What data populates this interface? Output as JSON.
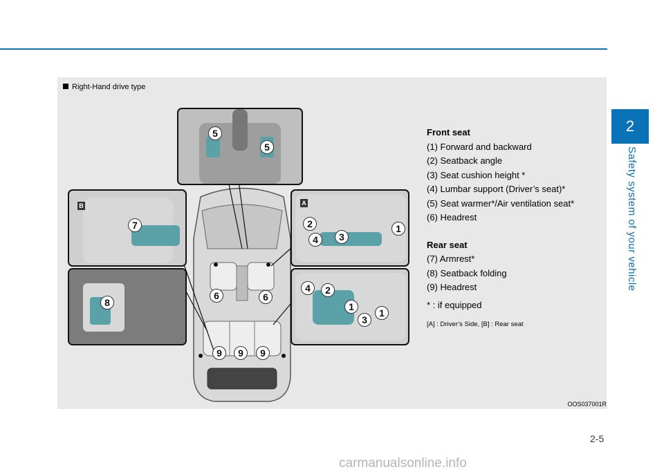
{
  "page": {
    "chapter_number": "2",
    "side_title": "Safety system of your vehicle",
    "page_number": "2-5",
    "watermark": "carmanualsonline.info"
  },
  "figure": {
    "note": "Right-Hand drive type",
    "code": "OOS037001R",
    "inset_tags": {
      "a": "A",
      "b": "B"
    },
    "callouts": {
      "front_console": [
        "5",
        "5"
      ],
      "rear_left_armrest": [
        "7"
      ],
      "rear_left_folding": [
        "8"
      ],
      "drv_seat_top": [
        "2",
        "1",
        "4",
        "3"
      ],
      "drv_seat_bottom": [
        "4",
        "2",
        "1",
        "1",
        "3"
      ],
      "car_headrests": [
        "6",
        "6",
        "9",
        "9",
        "9"
      ]
    }
  },
  "legend": {
    "front_heading": "Front seat",
    "front_items": [
      "(1) Forward and backward",
      "(2) Seatback angle",
      "(3) Seat cushion height *",
      "(4) Lumbar support (Driver’s seat)*",
      "(5) Seat warmer*/Air ventilation seat*",
      "(6) Headrest"
    ],
    "rear_heading": "Rear seat",
    "rear_items": [
      "(7) Armrest*",
      "(8) Seatback folding",
      "(9) Headrest"
    ],
    "equipped_note": "* : if equipped",
    "abbrev_note": "[A] : Driver’s Side, [B] : Rear seat"
  },
  "colors": {
    "accent": "#0a72b6",
    "control_highlight": "#5aa2a8"
  }
}
